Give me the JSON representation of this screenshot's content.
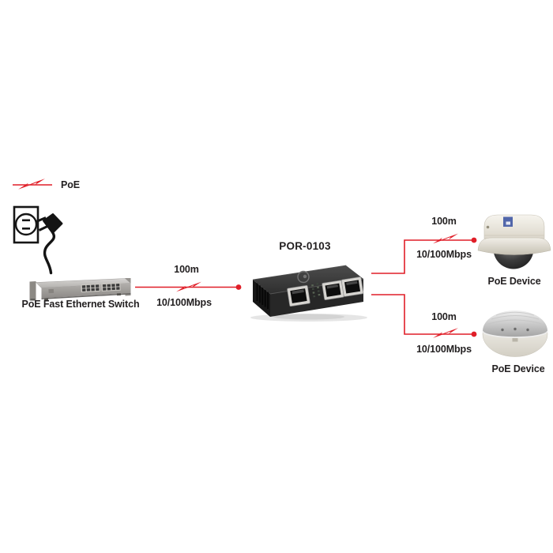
{
  "diagram": {
    "background": "#ffffff",
    "accent_red": "#e01e28",
    "text_color": "#232021",
    "legend": {
      "icon": "poe-lightning-icon",
      "label": "PoE"
    },
    "power_source": {
      "outlet_icon": "power-outlet-icon",
      "plug_icon": "power-plug-icon"
    },
    "nodes": {
      "switch": {
        "label": "PoE Fast Ethernet Switch",
        "icon": "ethernet-switch-illustration"
      },
      "repeater": {
        "model": "POR-0103",
        "icon": "poe-repeater-illustration"
      },
      "camera": {
        "label": "PoE Device",
        "icon": "dome-camera-illustration"
      },
      "access_point": {
        "label": "PoE Device",
        "icon": "access-point-illustration"
      }
    },
    "links": [
      {
        "from": "switch",
        "to": "repeater",
        "distance": "100m",
        "speed": "10/100Mbps",
        "poe": true
      },
      {
        "from": "repeater",
        "to": "camera",
        "distance": "100m",
        "speed": "10/100Mbps",
        "poe": true
      },
      {
        "from": "repeater",
        "to": "access_point",
        "distance": "100m",
        "speed": "10/100Mbps",
        "poe": true
      }
    ]
  }
}
